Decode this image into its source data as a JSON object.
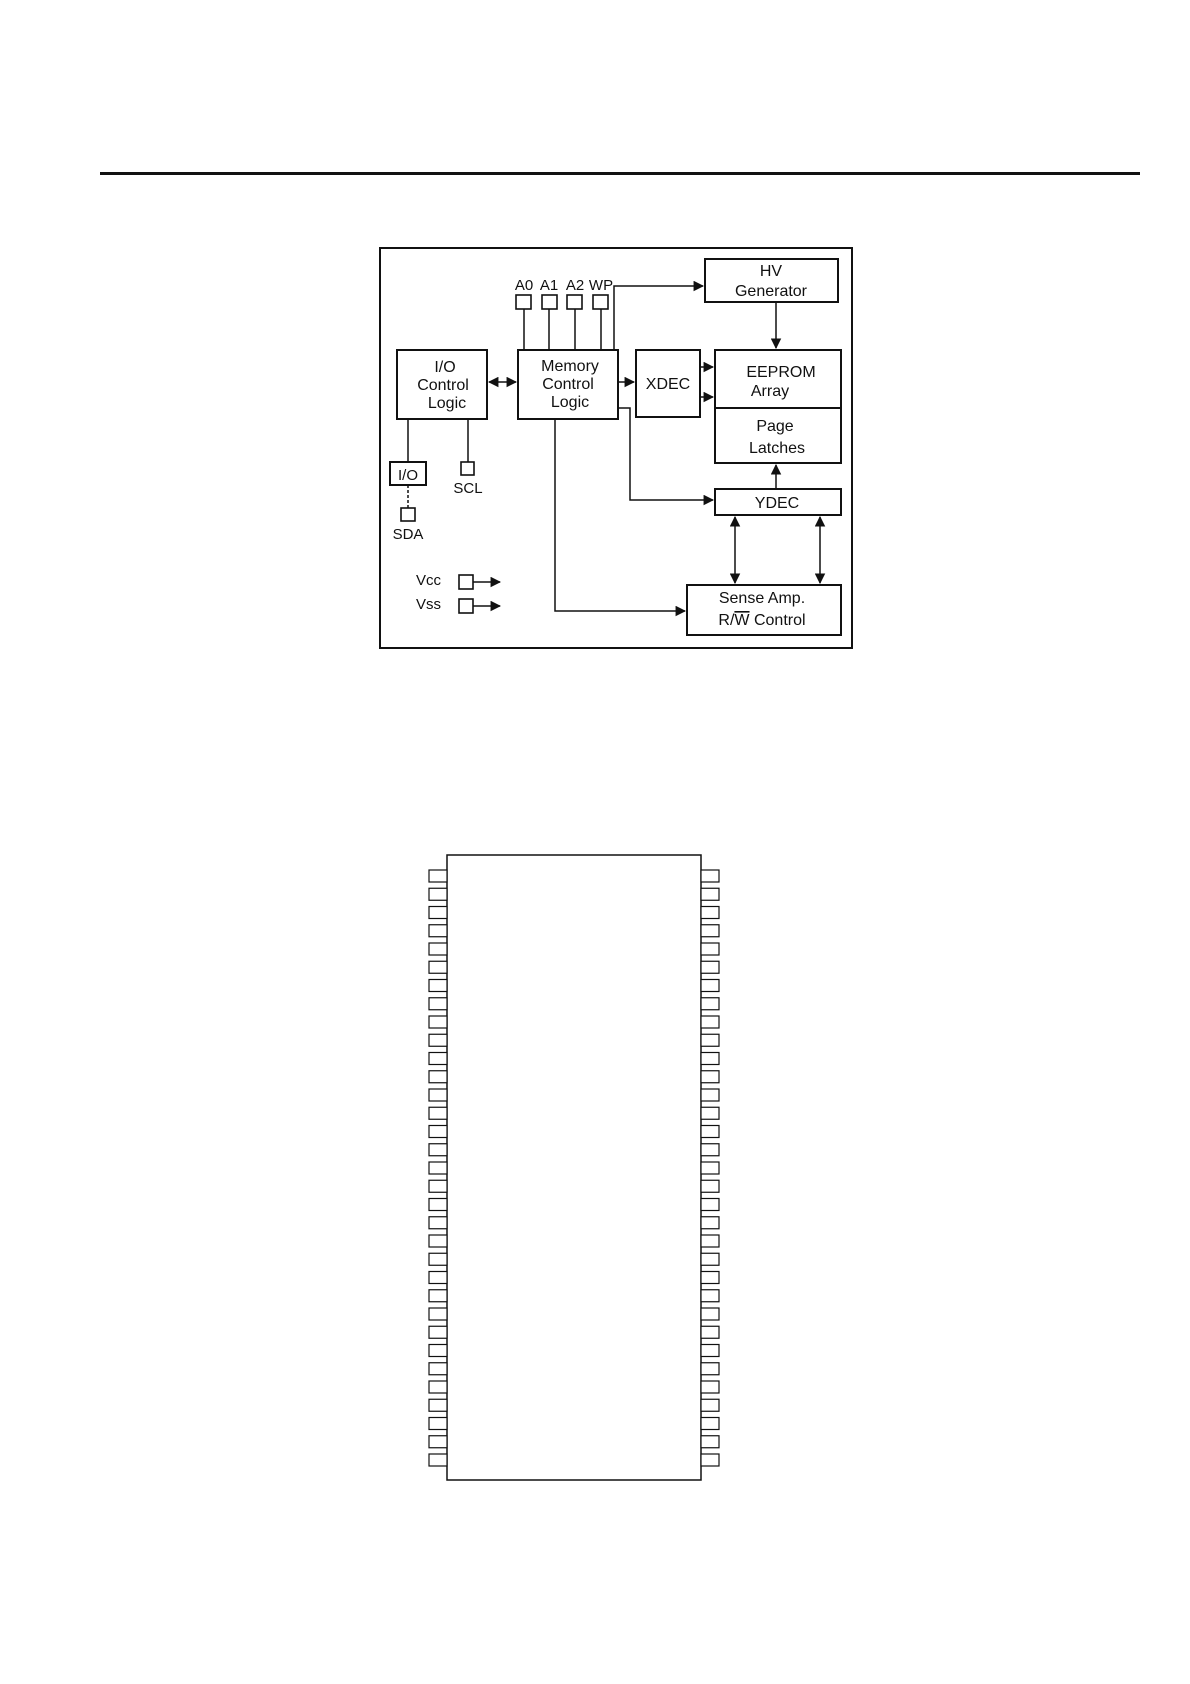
{
  "block_diagram": {
    "blocks": {
      "hv": [
        "HV",
        "Generator"
      ],
      "eeprom": [
        "EEPROM",
        "Array"
      ],
      "page": [
        "Page",
        "Latches"
      ],
      "io_ctrl": [
        "I/O",
        "Control",
        "Logic"
      ],
      "mem_ctrl": [
        "Memory",
        "Control",
        "Logic"
      ],
      "xdec": "XDEC",
      "ydec": "YDEC",
      "sense": [
        "Sense Amp.",
        "R/",
        "W",
        " Control"
      ],
      "io_buf": "I/O"
    },
    "pins": {
      "a0": "A0",
      "a1": "A1",
      "a2": "A2",
      "wp": "WP",
      "scl": "SCL",
      "sda": "SDA",
      "vcc": "Vcc",
      "vss": "Vss"
    }
  },
  "package": {
    "pins_per_side": 33
  }
}
